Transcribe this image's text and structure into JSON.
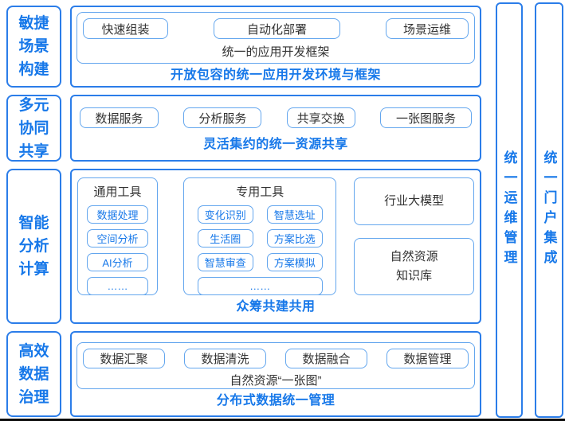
{
  "colors": {
    "border_strong": "#2b7de9",
    "border_light": "#63a6ee",
    "text_blue": "#1778e9",
    "text_dark": "#333333"
  },
  "sidebar": {
    "items": [
      {
        "label": "敏捷场景构建"
      },
      {
        "label": "多元协同共享"
      },
      {
        "label": "智能分析计算"
      },
      {
        "label": "高效数据治理"
      }
    ]
  },
  "row1": {
    "buttons": [
      "快速组装",
      "自动化部署",
      "场景运维"
    ],
    "frame_label": "统一的应用开发框架",
    "caption": "开放包容的统一应用开发环境与框架"
  },
  "row2": {
    "buttons": [
      "数据服务",
      "分析服务",
      "共享交换",
      "一张图服务"
    ],
    "caption": "灵活集约的统一资源共享"
  },
  "row3": {
    "general_tools": {
      "title": "通用工具",
      "items": [
        "数据处理",
        "空间分析",
        "AI分析",
        "……"
      ]
    },
    "special_tools": {
      "title": "专用工具",
      "items": [
        "变化识别",
        "智慧选址",
        "生活圈",
        "方案比选",
        "智慧审查",
        "方案模拟"
      ],
      "more": "……"
    },
    "knowledge_boxes": [
      {
        "label": "行业大模型"
      },
      {
        "label": "自然资源\n知识库"
      }
    ],
    "caption": "众筹共建共用"
  },
  "row4": {
    "buttons": [
      "数据汇聚",
      "数据清洗",
      "数据融合",
      "数据管理"
    ],
    "frame_label": "自然资源“一张图”",
    "caption": "分布式数据统一管理"
  },
  "right_bars": [
    {
      "label": "统一运维管理"
    },
    {
      "label": "统一门户集成"
    }
  ]
}
